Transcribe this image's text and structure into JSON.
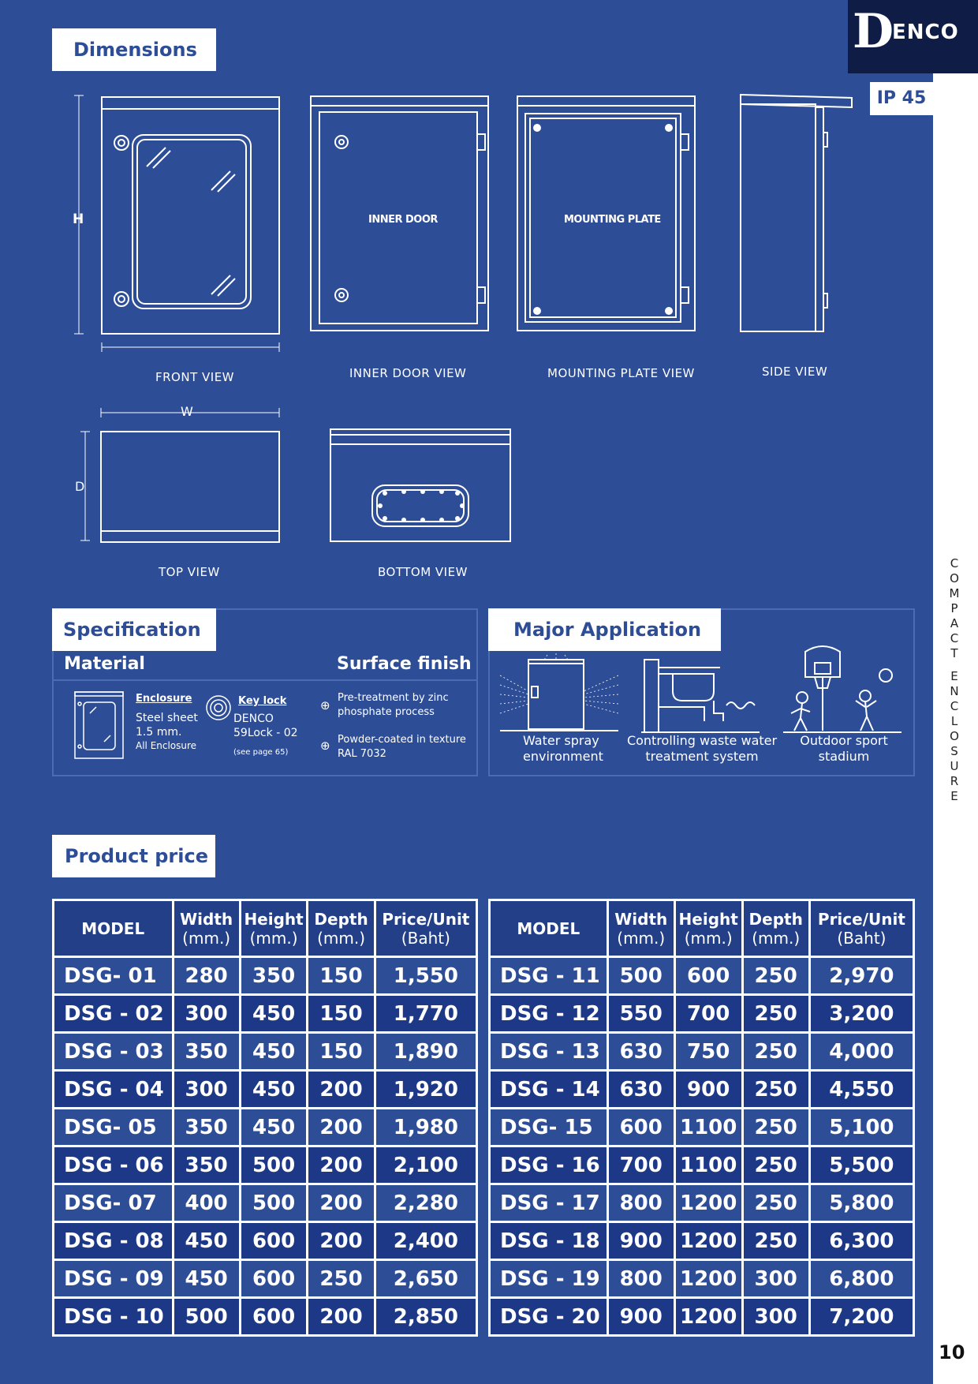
{
  "brand": {
    "logo_letter": "D",
    "logo_rest": "ENCO",
    "rating": "IP 45"
  },
  "side_caption": "COMPACT ENCLOSURE",
  "page_number": "10",
  "colors": {
    "background": "#2d4d97",
    "accent_white": "#ffffff",
    "dark_row": "#1c3886"
  },
  "dimensions": {
    "title": "Dimensions",
    "views": {
      "front": "FRONT  VIEW",
      "inner_door": "INNER  DOOR VIEW",
      "mounting_plate": "MOUNTING PLATE  VIEW",
      "side": "SIDE  VIEW",
      "top": "TOP VIEW",
      "bottom": "BOTTOM  VIEW"
    },
    "labels": {
      "h": "H",
      "w": "W",
      "d": "D",
      "inner_door": "INNER DOOR",
      "mounting_plate": "MOUNTING PLATE"
    }
  },
  "specification": {
    "title": "Specification",
    "material_title": "Material",
    "surface_title": "Surface finish",
    "enclosure": {
      "heading": "Enclosure",
      "line1": "Steel sheet",
      "line2": "1.5 mm.",
      "line3": "All Enclosure"
    },
    "key_lock": {
      "heading": "Key lock",
      "line1": "DENCO",
      "line2": "59Lock - 02",
      "note": "(see page 65)"
    },
    "surface": [
      {
        "line1": "Pre-treatment by zinc",
        "line2": "phosphate process"
      },
      {
        "line1": "Powder-coated in texture",
        "line2": "RAL 7032"
      }
    ]
  },
  "application": {
    "title": "Major Application",
    "items": [
      {
        "line1": "Water spray",
        "line2": "environment",
        "icon": "water-spray-icon"
      },
      {
        "line1": "Controlling waste water",
        "line2": "treatment system",
        "icon": "waste-water-icon"
      },
      {
        "line1": "Outdoor sport",
        "line2": "stadium",
        "icon": "basketball-icon"
      }
    ]
  },
  "product_price": {
    "title": "Product price",
    "headers": [
      {
        "line1": "MODEL",
        "line2": ""
      },
      {
        "line1": "Width",
        "line2": "(mm.)"
      },
      {
        "line1": "Height",
        "line2": "(mm.)"
      },
      {
        "line1": "Depth",
        "line2": "(mm.)"
      },
      {
        "line1": "Price/Unit",
        "line2": "(Baht)"
      }
    ],
    "left_rows": [
      [
        "DSG- 01",
        "280",
        "350",
        "150",
        "1,550"
      ],
      [
        "DSG - 02",
        "300",
        "450",
        "150",
        "1,770"
      ],
      [
        "DSG - 03",
        "350",
        "450",
        "150",
        "1,890"
      ],
      [
        "DSG - 04",
        "300",
        "450",
        "200",
        "1,920"
      ],
      [
        "DSG- 05",
        "350",
        "450",
        "200",
        "1,980"
      ],
      [
        "DSG - 06",
        "350",
        "500",
        "200",
        "2,100"
      ],
      [
        "DSG- 07",
        "400",
        "500",
        "200",
        "2,280"
      ],
      [
        "DSG - 08",
        "450",
        "600",
        "200",
        "2,400"
      ],
      [
        "DSG - 09",
        "450",
        "600",
        "250",
        "2,650"
      ],
      [
        "DSG - 10",
        "500",
        "600",
        "200",
        "2,850"
      ]
    ],
    "right_rows": [
      [
        "DSG - 11",
        "500",
        "600",
        "250",
        "2,970"
      ],
      [
        "DSG - 12",
        "550",
        "700",
        "250",
        "3,200"
      ],
      [
        "DSG - 13",
        "630",
        "750",
        "250",
        "4,000"
      ],
      [
        "DSG - 14",
        "630",
        "900",
        "250",
        "4,550"
      ],
      [
        "DSG- 15",
        "600",
        "1100",
        "250",
        "5,100"
      ],
      [
        "DSG - 16",
        "700",
        "1100",
        "250",
        "5,500"
      ],
      [
        "DSG - 17",
        "800",
        "1200",
        "250",
        "5,800"
      ],
      [
        "DSG - 18",
        "900",
        "1200",
        "250",
        "6,300"
      ],
      [
        "DSG - 19",
        "800",
        "1200",
        "300",
        "6,800"
      ],
      [
        "DSG  - 20",
        "900",
        "1200",
        "300",
        "7,200"
      ]
    ]
  }
}
